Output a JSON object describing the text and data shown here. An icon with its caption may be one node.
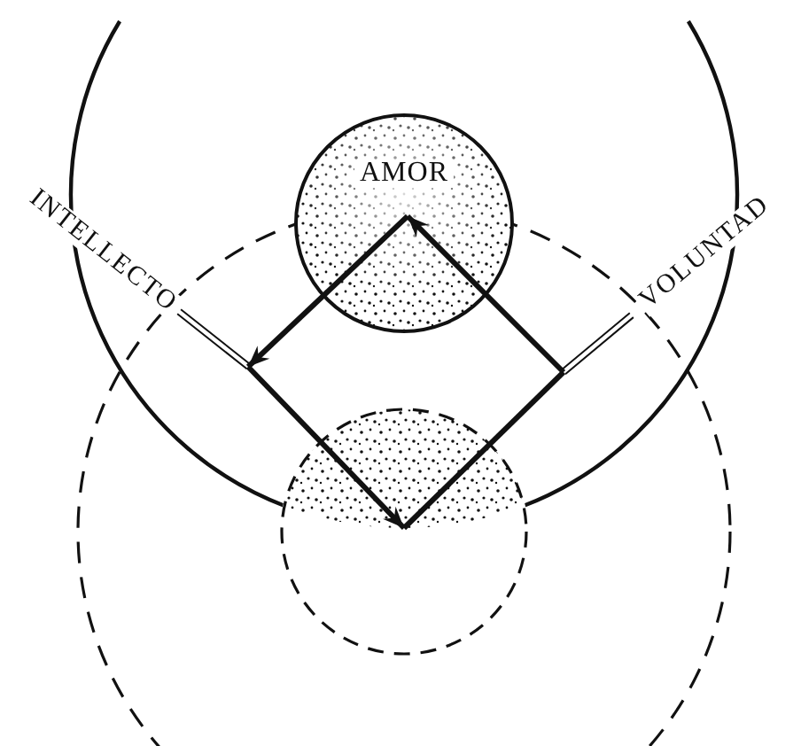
{
  "diagram": {
    "nodes": [
      {
        "text": [
          "AMOR"
        ]
      },
      {
        "text": [
          "INTELLECTO"
        ]
      },
      {
        "text": [],
        "shape": "circle"
      },
      {
        "text": [
          "VOLUNTAD"
        ]
      }
    ],
    "edges": [
      {
        "from": 0,
        "to": 1,
        "arrow": "to"
      },
      {
        "from": 1,
        "to": 2,
        "arrow": "to"
      },
      {
        "from": 2,
        "to": 3,
        "arrow": "none"
      },
      {
        "from": 3,
        "to": 0,
        "arrow": "to"
      }
    ]
  }
}
